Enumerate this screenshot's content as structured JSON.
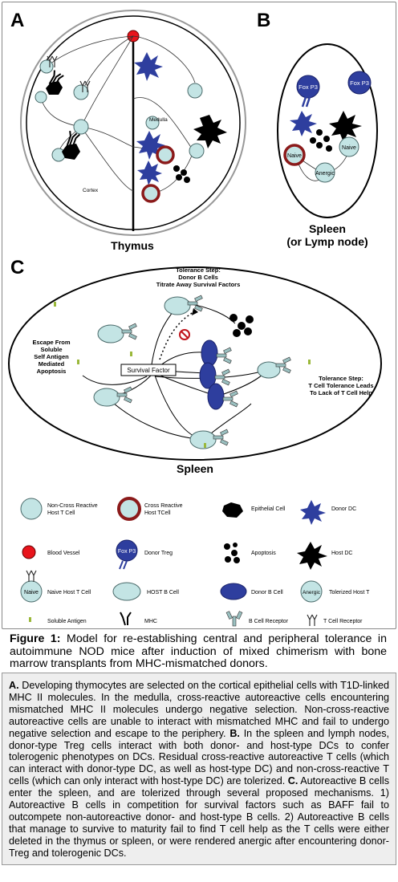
{
  "panels": {
    "a": {
      "letter": "A",
      "title": "Thymus",
      "medulla_label": "Medulla",
      "cortex_label": "Cortex"
    },
    "b": {
      "letter": "B",
      "title_line1": "Spleen",
      "title_line2": "(or Lymp node)",
      "treg_label": "Fox P3",
      "naive_label": "Naive",
      "anergic_label": "Anergic"
    },
    "c": {
      "letter": "C",
      "title": "Spleen",
      "tolerance_step_1": [
        "Tolerance Step:",
        "Donor B Cells",
        "Titrate Away Survival Factors"
      ],
      "escape_text": [
        "Escape From",
        "Soluble",
        "Self Antigen",
        "Mediated",
        "Apoptosis"
      ],
      "survival_factor": "Survival Factor",
      "tolerance_step_2": [
        "Tolerance Step:",
        "T Cell Tolerance Leads",
        "To Lack of T Cell Help"
      ]
    }
  },
  "legend": {
    "non_cross_reactive": [
      "Non-Cross Reactive",
      "Host T Cell"
    ],
    "cross_reactive": [
      "Cross Reactive",
      "Host TCell"
    ],
    "epithelial": "Epithelial Cell",
    "donor_dc": "Donor DC",
    "blood_vessel": "Blood Vessel",
    "donor_treg_icon": "Fox P3",
    "donor_treg": "Donor Treg",
    "apoptosis": "Apoptosis",
    "host_dc": "Host DC",
    "naive_icon": "Naive",
    "naive_host_t": "Naive Host T Cell",
    "host_b": "HOST B Cell",
    "donor_b": "Donor B Cell",
    "anergic_icon": "Anergic",
    "tolerized_host_t": "Tolerized Host T",
    "soluble_antigen": "Soluble Antigen",
    "mhc": "MHC",
    "b_cell_receptor": "B Cell Receptor",
    "t_cell_receptor": "T Cell Receptor"
  },
  "caption": {
    "label": "Figure 1:",
    "text": "Model for re-establishing central and peripheral tolerance in autoimmune NOD mice after induction of mixed chimerism with bone marrow transplants from MHC-mismatched donors."
  },
  "description": {
    "a_label": "A.",
    "a_text": "Developing thymocytes are selected on the cortical epithelial cells with T1D-linked MHC II molecules. In the medulla, cross-reactive autoreactive cells encountering mismatched MHC II molecules undergo negative selection. Non-cross-reactive autoreactive cells are unable to interact with mismatched MHC and fail to undergo negative selection and escape to the periphery.",
    "b_label": "B.",
    "b_text": "In the spleen and lymph nodes, donor-type Treg cells interact with both donor- and host-type DCs to confer tolerogenic phenotypes on DCs. Residual cross-reactive autoreactive T cells (which can interact with donor-type DC, as well as host-type DC) and non-cross-reactive T cells (which can only interact with host-type DC) are tolerized.",
    "c_label": "C.",
    "c_text": "Autoreactive B cells enter the spleen, and are tolerized through several proposed mechanisms. 1) Autoreactive B cells in competition for survival factors such as BAFF fail to outcompete non-autoreactive donor- and host-type B cells. 2) Autoreactive B cells that manage to survive to maturity fail to find T cell help as the T cells were either deleted in the thymus or spleen, or were rendered anergic after encountering donor-Treg and tolerogenic DCs."
  },
  "colors": {
    "t_cell": "#c3e4e4",
    "cross_reactive_ring": "#8b1a1a",
    "donor": "#2e3e9e",
    "blood_vessel": "#e8141c",
    "antigen": "#9ab83a"
  }
}
